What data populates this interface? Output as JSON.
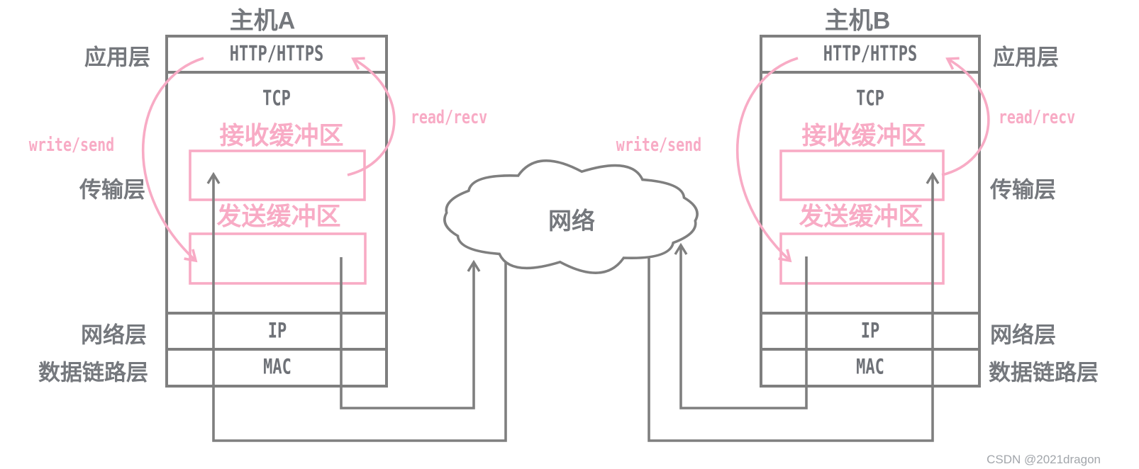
{
  "hostA": {
    "title": "主机A",
    "layers": {
      "application": "应用层",
      "transport": "传输层",
      "network": "网络层",
      "datalink": "数据链路层"
    },
    "protocols": {
      "application": "HTTP/HTTPS",
      "transport": "TCP",
      "network": "IP",
      "datalink": "MAC"
    },
    "buffers": {
      "receive": "接收缓冲区",
      "send": "发送缓冲区"
    },
    "annotations": {
      "write": "write/send",
      "read": "read/recv"
    }
  },
  "hostB": {
    "title": "主机B",
    "layers": {
      "application": "应用层",
      "transport": "传输层",
      "network": "网络层",
      "datalink": "数据链路层"
    },
    "protocols": {
      "application": "HTTP/HTTPS",
      "transport": "TCP",
      "network": "IP",
      "datalink": "MAC"
    },
    "buffers": {
      "receive": "接收缓冲区",
      "send": "发送缓冲区"
    },
    "annotations": {
      "write": "write/send",
      "read": "read/recv"
    }
  },
  "cloud": {
    "label": "网络"
  },
  "watermark": "CSDN @2021dragon",
  "colors": {
    "line_gray": "#7f7f7f",
    "text_gray": "#6e7177",
    "pink": "#f8abc5",
    "watermark_gray": "#a2a6ab"
  }
}
